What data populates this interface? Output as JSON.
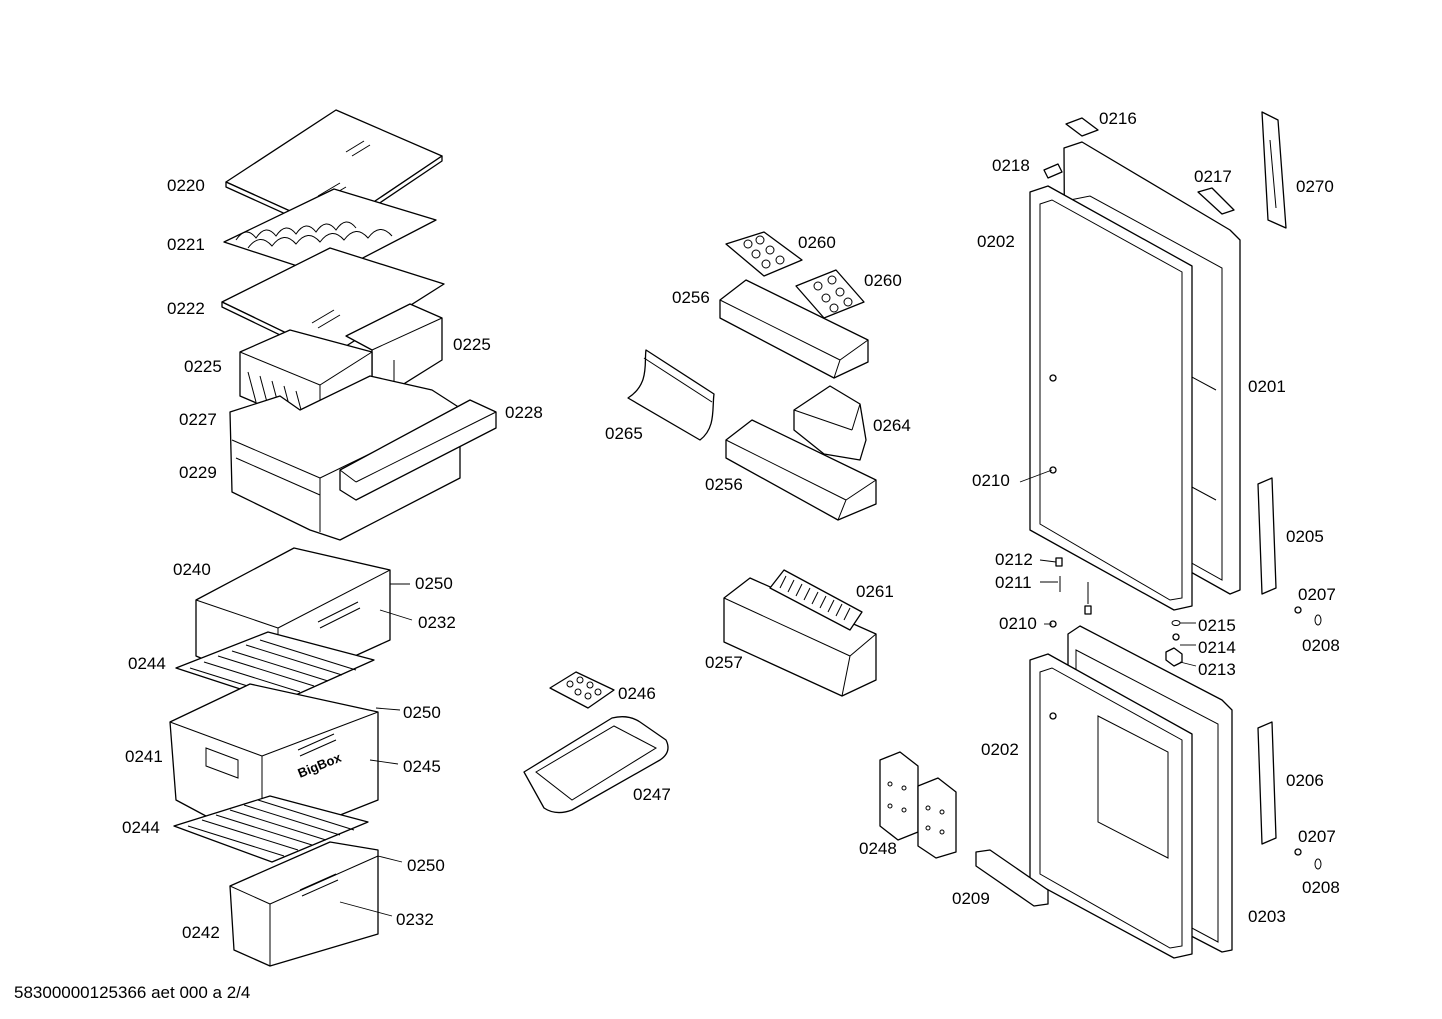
{
  "footer": "58300000125366 aet 000 a 2/4",
  "drawer_brand": "BigBox",
  "labels": [
    {
      "id": "l0220",
      "text": "0220"
    },
    {
      "id": "l0221",
      "text": "0221"
    },
    {
      "id": "l0222",
      "text": "0222"
    },
    {
      "id": "l0225a",
      "text": "0225"
    },
    {
      "id": "l0225b",
      "text": "0225"
    },
    {
      "id": "l0227",
      "text": "0227"
    },
    {
      "id": "l0228",
      "text": "0228"
    },
    {
      "id": "l0229",
      "text": "0229"
    },
    {
      "id": "l0240",
      "text": "0240"
    },
    {
      "id": "l0250a",
      "text": "0250"
    },
    {
      "id": "l0232a",
      "text": "0232"
    },
    {
      "id": "l0244a",
      "text": "0244"
    },
    {
      "id": "l0250b",
      "text": "0250"
    },
    {
      "id": "l0241",
      "text": "0241"
    },
    {
      "id": "l0245",
      "text": "0245"
    },
    {
      "id": "l0244b",
      "text": "0244"
    },
    {
      "id": "l0250c",
      "text": "0250"
    },
    {
      "id": "l0232b",
      "text": "0232"
    },
    {
      "id": "l0242",
      "text": "0242"
    },
    {
      "id": "l0260a",
      "text": "0260"
    },
    {
      "id": "l0260b",
      "text": "0260"
    },
    {
      "id": "l0256a",
      "text": "0256"
    },
    {
      "id": "l0265",
      "text": "0265"
    },
    {
      "id": "l0264",
      "text": "0264"
    },
    {
      "id": "l0256b",
      "text": "0256"
    },
    {
      "id": "l0261",
      "text": "0261"
    },
    {
      "id": "l0257",
      "text": "0257"
    },
    {
      "id": "l0246",
      "text": "0246"
    },
    {
      "id": "l0247",
      "text": "0247"
    },
    {
      "id": "l0216",
      "text": "0216"
    },
    {
      "id": "l0218",
      "text": "0218"
    },
    {
      "id": "l0217",
      "text": "0217"
    },
    {
      "id": "l0270",
      "text": "0270"
    },
    {
      "id": "l0202a",
      "text": "0202"
    },
    {
      "id": "l0201",
      "text": "0201"
    },
    {
      "id": "l0210a",
      "text": "0210"
    },
    {
      "id": "l0205",
      "text": "0205"
    },
    {
      "id": "l0212",
      "text": "0212"
    },
    {
      "id": "l0211",
      "text": "0211"
    },
    {
      "id": "l0207a",
      "text": "0207"
    },
    {
      "id": "l0210b",
      "text": "0210"
    },
    {
      "id": "l0215",
      "text": "0215"
    },
    {
      "id": "l0208a",
      "text": "0208"
    },
    {
      "id": "l0214",
      "text": "0214"
    },
    {
      "id": "l0213",
      "text": "0213"
    },
    {
      "id": "l0202b",
      "text": "0202"
    },
    {
      "id": "l0206",
      "text": "0206"
    },
    {
      "id": "l0207b",
      "text": "0207"
    },
    {
      "id": "l0208b",
      "text": "0208"
    },
    {
      "id": "l0248",
      "text": "0248"
    },
    {
      "id": "l0209",
      "text": "0209"
    },
    {
      "id": "l0203",
      "text": "0203"
    }
  ]
}
